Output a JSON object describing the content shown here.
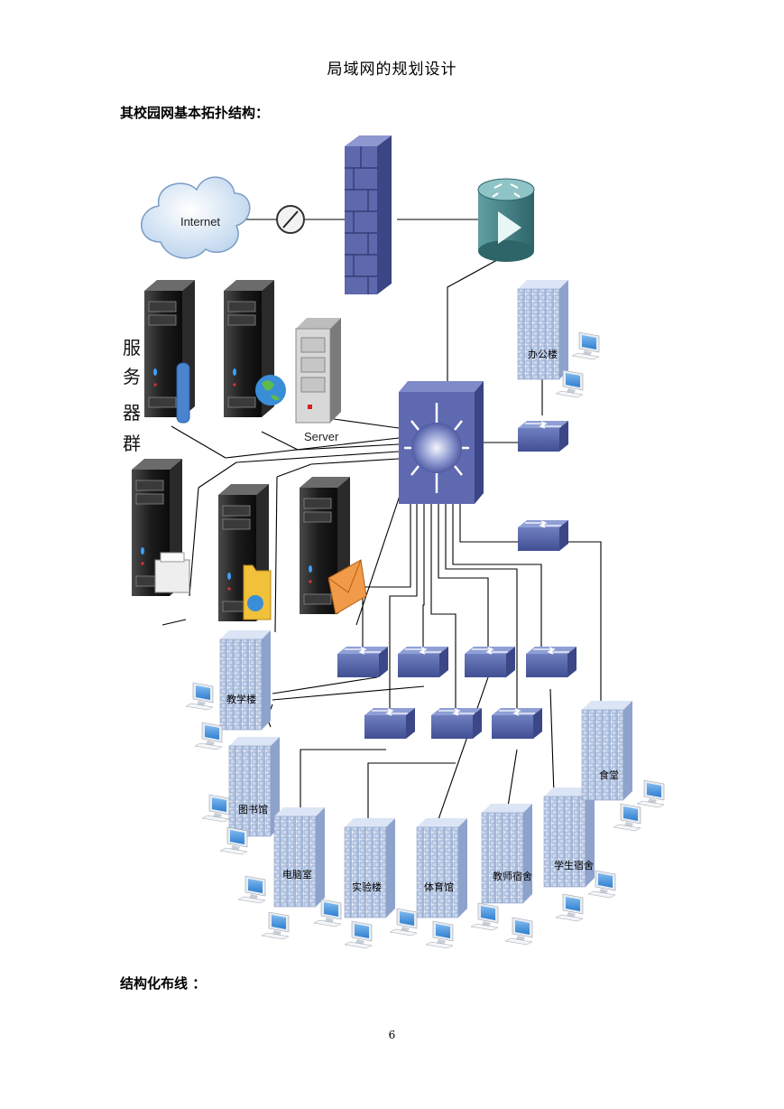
{
  "header": {
    "title": "局域网的规划设计"
  },
  "sections": {
    "topology_heading": "其校园网基本拓扑结构：",
    "cabling_heading": "结构化布线 ："
  },
  "footer": {
    "page_number": "6"
  },
  "diagram": {
    "internet_label": "Internet",
    "server_label": "Server",
    "server_group_label": [
      "服",
      "务",
      "器",
      "群"
    ],
    "buildings": {
      "office": "办公楼",
      "teaching": "教学楼",
      "library": "图书馆",
      "computer_room": "电脑室",
      "lab": "实验楼",
      "gym": "体育馆",
      "teacher_dorm": "教师宿舍",
      "student_dorm": "学生宿舍",
      "canteen": "食堂"
    }
  }
}
